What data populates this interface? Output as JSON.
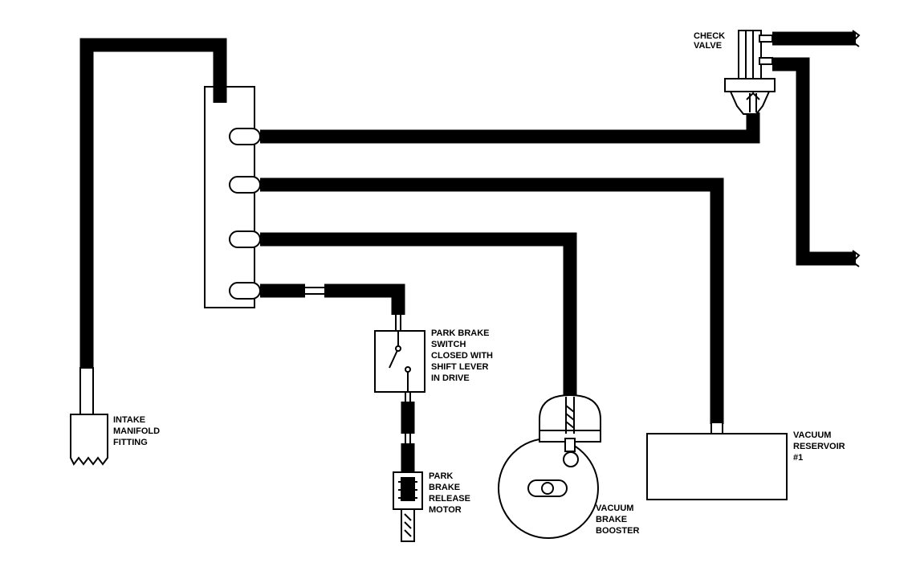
{
  "labels": {
    "check_valve": [
      "CHECK",
      "VALVE"
    ],
    "intake_manifold": [
      "INTAKE",
      "MANIFOLD",
      "FITTING"
    ],
    "park_brake_switch": [
      "PARK BRAKE",
      "SWITCH",
      "CLOSED WITH",
      "SHIFT LEVER",
      "IN DRIVE"
    ],
    "park_brake_release_motor": [
      "PARK",
      "BRAKE",
      "RELEASE",
      "MOTOR"
    ],
    "vacuum_brake_booster": [
      "VACUUM",
      "BRAKE",
      "BOOSTER"
    ],
    "vacuum_reservoir": [
      "VACUUM",
      "RESERVOIR",
      "#1"
    ]
  }
}
